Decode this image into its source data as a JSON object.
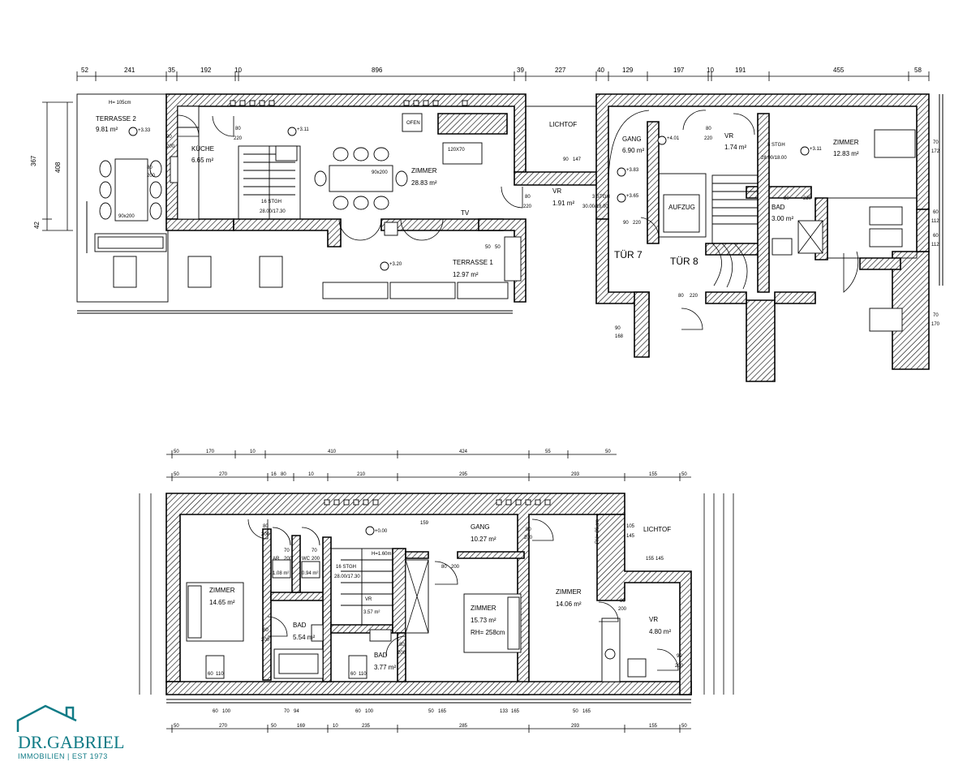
{
  "upper_floor": {
    "top_dims": [
      "52",
      "241",
      "35",
      "192",
      "10",
      "896",
      "39",
      "227",
      "40",
      "129",
      "197",
      "10",
      "191",
      "455",
      "58"
    ],
    "left_dims": [
      "367",
      "408",
      "42"
    ],
    "rooms": [
      {
        "name": "TERRASSE 2",
        "area": "9.81 m²"
      },
      {
        "name": "KÜCHE",
        "area": "6.65 m²"
      },
      {
        "name": "ZIMMER",
        "area": "28.83 m²"
      },
      {
        "name": "LICHTOF",
        "area": ""
      },
      {
        "name": "GANG",
        "area": "6.90 m²"
      },
      {
        "name": "VR",
        "area": "1.74 m²"
      },
      {
        "name": "ZIMMER",
        "area": "12.83 m²"
      },
      {
        "name": "VR",
        "area": "1.91 m²"
      },
      {
        "name": "BAD",
        "area": "3.00 m²"
      },
      {
        "name": "TERRASSE 1",
        "area": "12.97 m²"
      },
      {
        "name": "AUFZUG",
        "area": ""
      }
    ],
    "labels": {
      "h_note": "H= 105cm",
      "lvl_333": "+3.33",
      "lvl_311a": "+3.11",
      "lvl_311b": "+3.11",
      "lvl_401": "+4.01",
      "lvl_383": "+3.83",
      "lvl_365": "+3.65",
      "lvl_320": "+3.20",
      "ofen": "OFEN",
      "table_120": "120X70",
      "bed_90": "90x200",
      "tv": "TV",
      "stgh_a": "16 STGH",
      "stgh_a2": "28.00/17.30",
      "stgh_b": "3 STGH",
      "stgh_b2": "30.00/18.00",
      "stgh_c": "5 STGH",
      "stgh_c2": "28.00/18.00",
      "tuer7": "TÜR 7",
      "tuer8": "TÜR 8",
      "d_90_200": "90",
      "d_90_200b": "200",
      "d_80_220": "80",
      "d_80_220b": "220",
      "d_90_147": "90",
      "d_90_147b": "147",
      "d_80_220c": "80",
      "d_80_220d": "220",
      "d_80_220e": "80",
      "d_80_220f": "220",
      "d_90_220": "90",
      "d_90_220b": "220",
      "d_80_220g": "80",
      "d_80_220h": "220",
      "d_80_220i": "80",
      "d_80_220j": "220",
      "d_50": "50",
      "d_50b": "50",
      "d_90_168": "90",
      "d_90_168b": "168",
      "w_70_172": "70",
      "w_70_172b": "172",
      "w_60_112": "60",
      "w_60_112b": "112",
      "w_60_112c": "60",
      "w_60_112d": "112",
      "w_70_170": "70",
      "w_70_170b": "170",
      "t_80": "80",
      "t_200": "200"
    }
  },
  "lower_floor": {
    "top_dims_a": [
      "50",
      "170",
      "10",
      "410",
      "424",
      "55",
      "50"
    ],
    "top_dims_b": [
      "50",
      "270",
      "16",
      "80",
      "10",
      "210",
      "295",
      "293",
      "155",
      "50"
    ],
    "bottom_dims": [
      "50",
      "270",
      "50",
      "169",
      "10",
      "235",
      "285",
      "293",
      "155",
      "50"
    ],
    "rooms": [
      {
        "name": "ZIMMER",
        "area": "14.65 m²"
      },
      {
        "name": "AR",
        "area": "1.08 m²"
      },
      {
        "name": "WC",
        "area": "0.94 m²"
      },
      {
        "name": "VR",
        "area": "3.57 m²"
      },
      {
        "name": "GANG",
        "area": "10.27 m²"
      },
      {
        "name": "ZIMMER",
        "area": "15.73 m²",
        "extra": "RH= 258cm"
      },
      {
        "name": "ZIMMER",
        "area": "14.06 m²"
      },
      {
        "name": "LICHTOF",
        "area": ""
      },
      {
        "name": "VR",
        "area": "4.80 m²"
      },
      {
        "name": "BAD",
        "area": "5.54 m²"
      },
      {
        "name": "BAD",
        "area": "3.77 m²"
      }
    ],
    "labels": {
      "lvl_000": "+0.00",
      "h_note": "H=1.60m",
      "stgh": "16 STGH",
      "stgh2": "28.00/17.30",
      "d_159": "159",
      "d_80_200a": "80",
      "d_80_200b": "200",
      "d_70_200a": "70",
      "d_70_200b": "200",
      "d_70_200c": "70",
      "d_70_200d": "200",
      "d_80_200c": "80",
      "d_80_200d": "200",
      "d_80_200e": "80",
      "d_80_200f": "200",
      "d_80_200g": "80",
      "d_80_200h": "200",
      "d_80_200i": "80",
      "d_80_200j": "200",
      "d_80_200k": "80",
      "d_80_200l": "200",
      "d_90_200a": "90",
      "d_90_200b": "200",
      "d_105": "105",
      "d_145": "145",
      "d_155": "155",
      "d_145b": "145",
      "rh": "RH= 96 cm",
      "w_60_100a": "60",
      "w_60_100b": "100",
      "w_70_94a": "70",
      "w_70_94b": "94",
      "w_60_100c": "60",
      "w_60_100d": "100",
      "w_50_165a": "50",
      "w_50_165b": "165",
      "w_133_165a": "133",
      "w_133_165b": "165",
      "w_50_165c": "50",
      "w_50_165d": "165",
      "w_60_110a": "60",
      "w_60_110b": "110",
      "w_60_110c": "60",
      "w_60_110d": "110"
    }
  },
  "logo": {
    "brand": "DR.GABRIEL",
    "subtitle": "IMMOBILIEN | EST 1973",
    "color": "#0f7b86"
  }
}
